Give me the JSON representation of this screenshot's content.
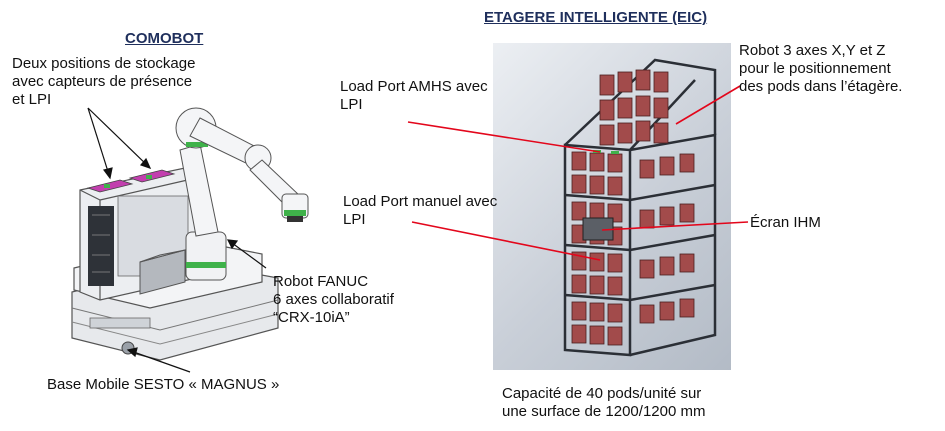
{
  "left": {
    "title": "COMOBOT",
    "storage_label": "Deux positions de stockage\navec capteurs de présence\net LPI",
    "robot_label": "Robot FANUC\n6 axes collaboratif\n“CRX-10iA”",
    "base_label": "Base Mobile SESTO « MAGNUS »"
  },
  "right": {
    "title": "ETAGERE INTELLIGENTE (EIC)",
    "robot3_label": "Robot 3 axes X,Y et Z\npour le positionnement\ndes pods dans l’étagère.",
    "amhs_label": "Load Port AMHS avec\nLPI",
    "manual_label": "Load Port manuel avec\nLPI",
    "hmi_label": "Écran IHM",
    "capacity_label": "Capacité de 40 pods/unité sur\nune surface de 1200/1200 mm"
  },
  "colors": {
    "title": "#1f2f5c",
    "pointer_left": "#111111",
    "pointer_right": "#e3061b",
    "pod": "#a24b4b",
    "frame": "#2b2f36",
    "tray": "#c23fae",
    "green_ring": "#3fb24a"
  }
}
